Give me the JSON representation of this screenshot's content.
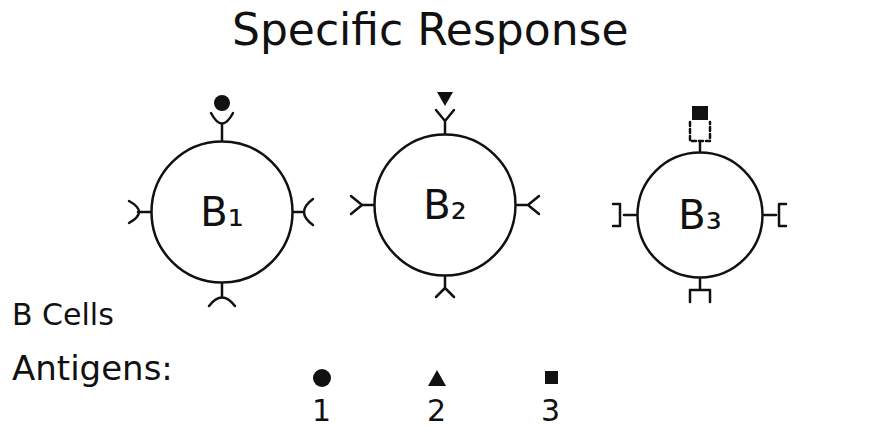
{
  "diagram": {
    "title": "Specific Response",
    "nodes": [
      {
        "text": [
          "B₁"
        ]
      },
      {
        "text": [
          "B₂"
        ]
      },
      {
        "text": [
          "B₃"
        ]
      }
    ],
    "labels": [
      "B Cells",
      "Antigens:",
      "1",
      "2",
      "3"
    ]
  }
}
